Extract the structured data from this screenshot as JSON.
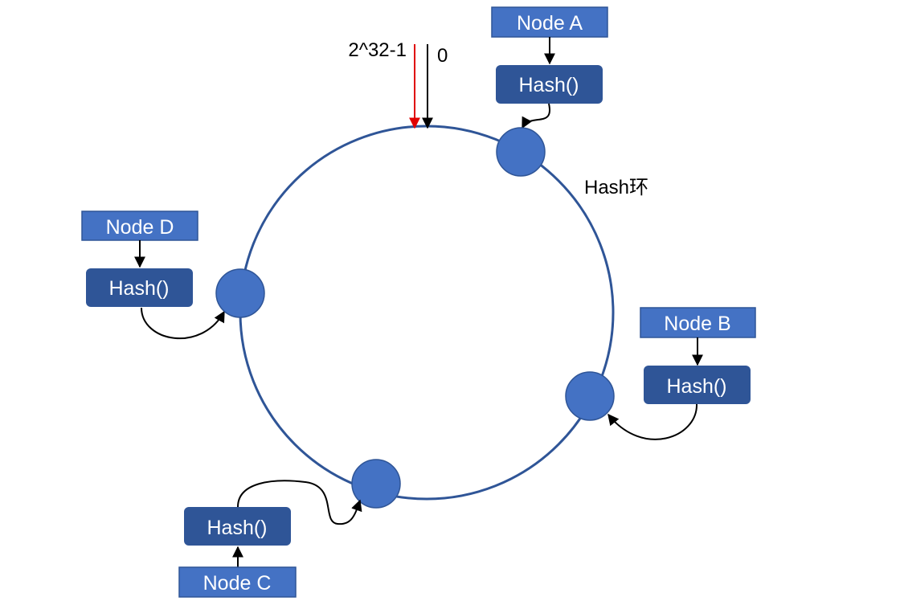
{
  "ring": {
    "label": "Hash环",
    "max_label": "2^32-1",
    "zero_label": "0"
  },
  "nodes": [
    {
      "id": "a",
      "name": "Node A",
      "hash_label": "Hash()"
    },
    {
      "id": "b",
      "name": "Node B",
      "hash_label": "Hash()"
    },
    {
      "id": "c",
      "name": "Node C",
      "hash_label": "Hash()"
    },
    {
      "id": "d",
      "name": "Node D",
      "hash_label": "Hash()"
    }
  ],
  "colors": {
    "ring_stroke": "#2F5597",
    "node_box_fill": "#4472C4",
    "node_box_stroke": "#2F5597",
    "hash_box_fill": "#2F5597",
    "point_fill": "#4472C4",
    "point_stroke": "#2F5597",
    "max_arrow": "#E00000",
    "zero_arrow": "#000000",
    "connector": "#000000",
    "text_light": "#ffffff",
    "text_dark": "#000000"
  }
}
